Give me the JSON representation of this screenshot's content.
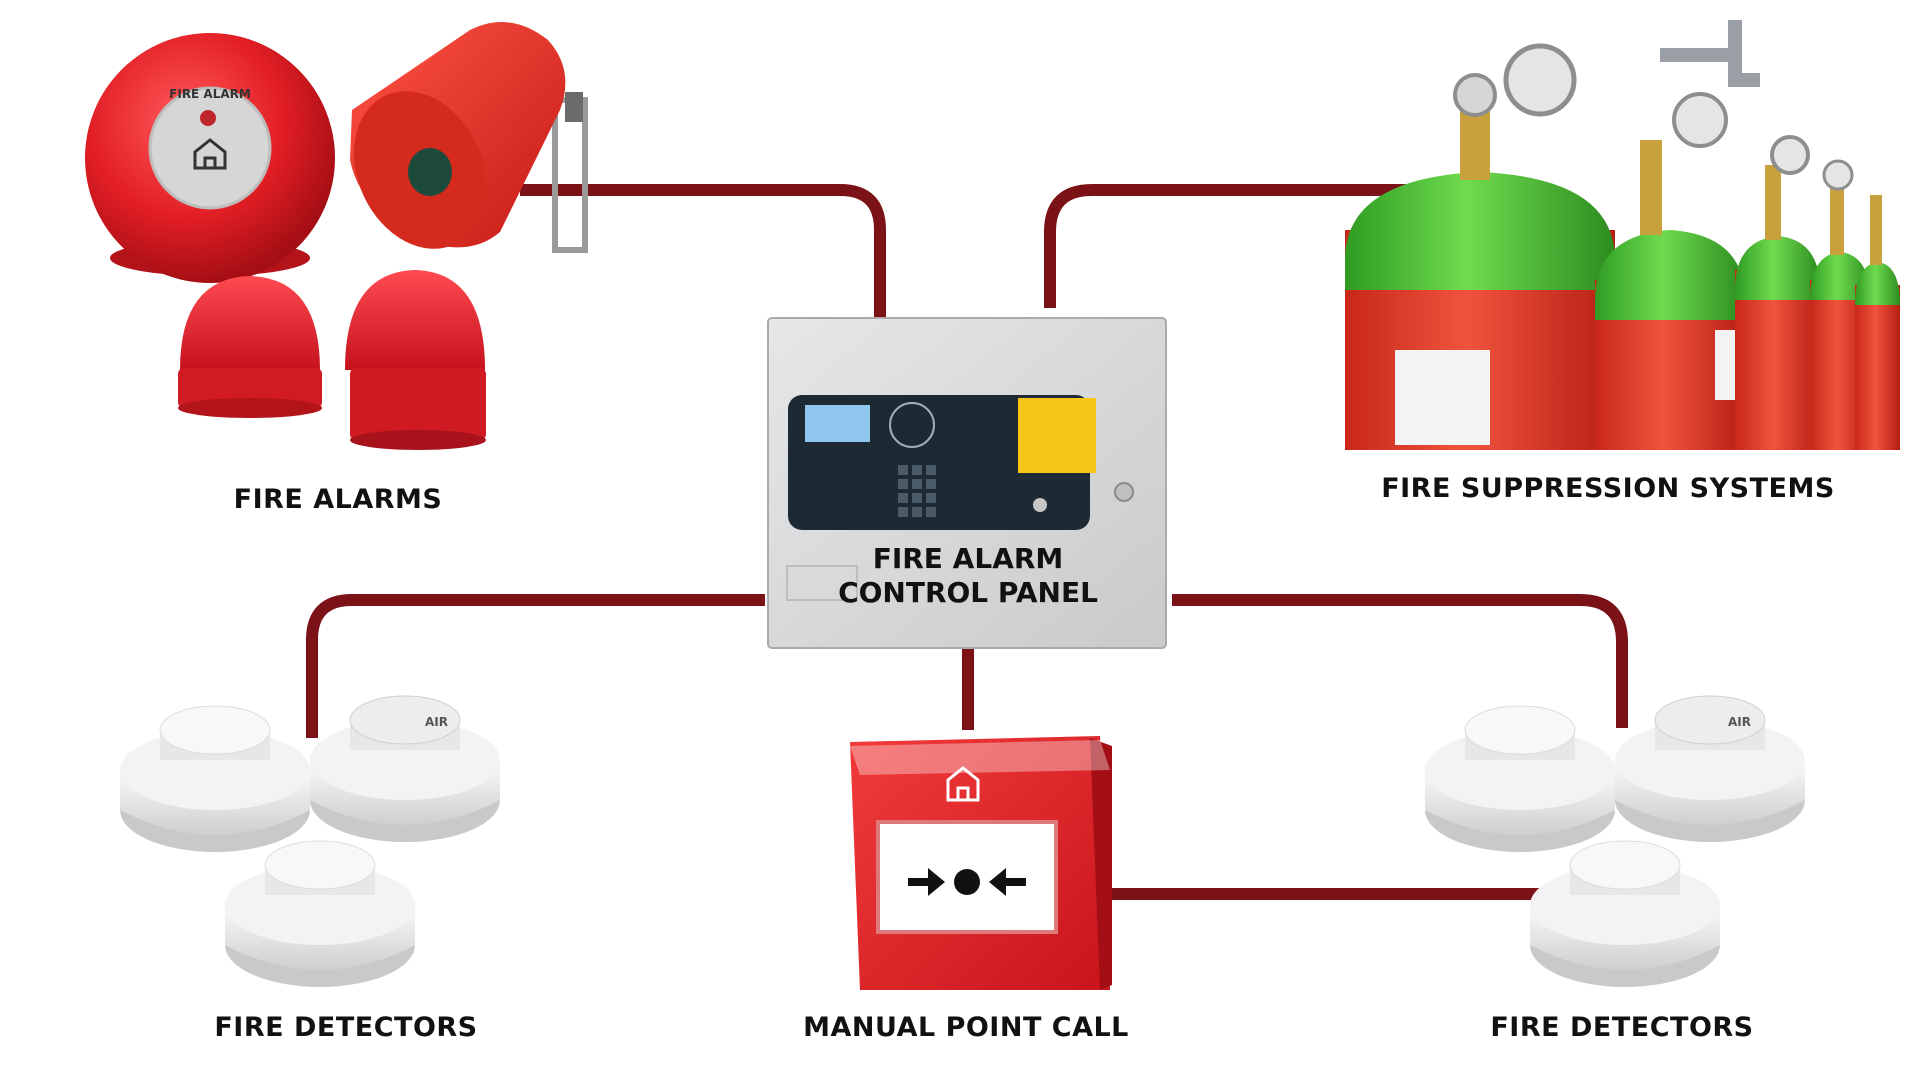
{
  "diagram": {
    "colors": {
      "connector": "#7a1217",
      "alarm_red": "#e8262d",
      "cylinder_green": "#4fc436",
      "panel_grey": "#d9dadb",
      "detector_white": "#ededed"
    },
    "labels": {
      "fire_alarms": "FIRE ALARMS",
      "fire_suppression": "FIRE SUPPRESSION SYSTEMS",
      "panel_line1": "FIRE ALARM",
      "panel_line2": "CONTROL PANEL",
      "fire_detectors_left": "FIRE DETECTORS",
      "manual_point_call": "MANUAL POINT CALL",
      "fire_detectors_right": "FIRE DETECTORS"
    },
    "device_text": {
      "bell_label": "FIRE ALARM",
      "detector_mark": "AIR"
    },
    "icons": [
      "alarm-bell-icon",
      "horn-sounder-icon",
      "beacon-icon",
      "gas-cylinder-icon",
      "smoke-detector-icon",
      "call-point-icon",
      "house-fire-icon"
    ]
  }
}
